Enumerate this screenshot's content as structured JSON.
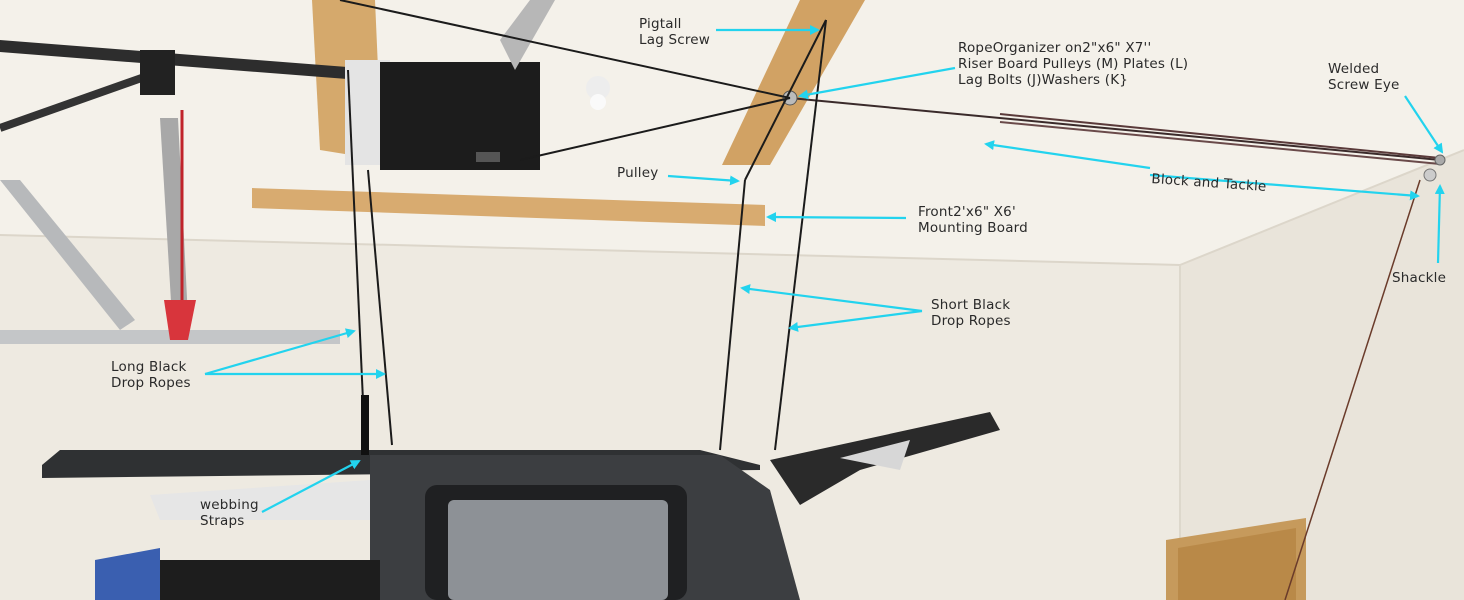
{
  "colors": {
    "ceiling": "#f3f0e8",
    "wall": "#efebe2",
    "wood": "#d4a86c",
    "arrow": "#22d3ee",
    "rope": "#1b1b1b",
    "hardtop": "#3b3d40",
    "label_text": "#2a2a2a"
  },
  "labels": {
    "pigtail": "Pigtall\nLag Screw",
    "rope_organizer": "RopeOrganizer on2\"x6\" X7''\nRiser Board Pulleys (M) Plates (L)\nLag Bolts (J)Washers (K}",
    "welded": "Welded\nScrew Eye",
    "pulley": "Pulley",
    "block": "Block and Tackle",
    "front_board": "Front2'x6\" X6'\nMounting Board",
    "shackle": "Shackle",
    "short_ropes": "Short Black\nDrop Ropes",
    "long_ropes": "Long Black\nDrop Ropes",
    "webbing": "webbing\nStraps"
  }
}
